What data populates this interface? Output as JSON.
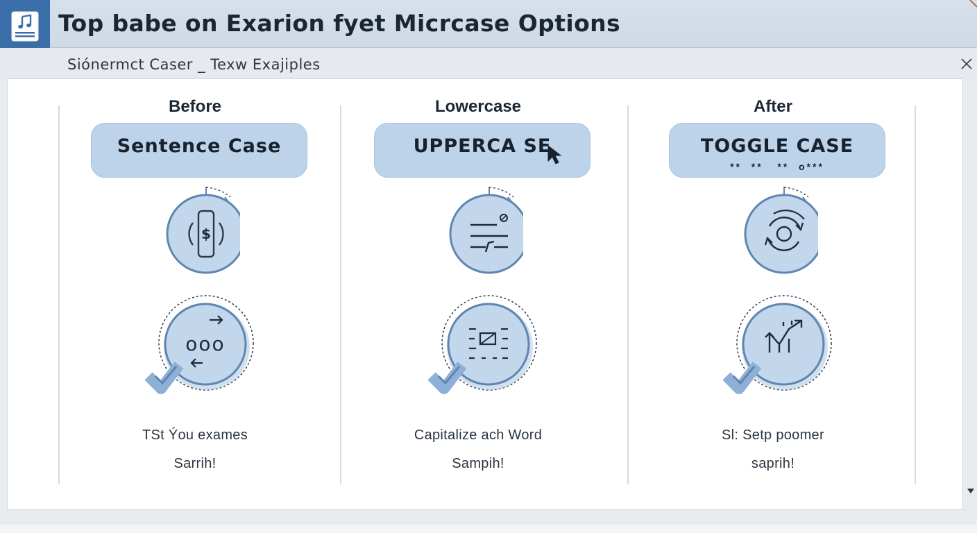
{
  "window": {
    "title": "Top babe on Exarion fyet Micrcase Options",
    "subtitle": "Siónermct Caser _ Texw Exajiples"
  },
  "columns": [
    {
      "header": "Before",
      "button_label": "Sentence Case",
      "top_icon": "dollar-cycle-icon",
      "bottom_icon": "ooo-arrows-icon",
      "caption_line1": "TSt Ýou exames",
      "caption_line2": "Sarrih!"
    },
    {
      "header": "Lowercase",
      "button_label": "UPPERCA SE",
      "top_icon": "text-lines-icon",
      "bottom_icon": "grid-select-icon",
      "caption_line1": "Capitalize ach Word",
      "caption_line2": "Sampih!"
    },
    {
      "header": "After",
      "button_label": "TOGGLE CASE",
      "button_subtext": "**  **   **  o***",
      "top_icon": "rotate-arrows-icon",
      "bottom_icon": "up-arrows-icon",
      "caption_line1": "Sl: Setp poomer",
      "caption_line2": "saprih!"
    }
  ],
  "colors": {
    "accent": "#3a6ea8",
    "button_fill": "#bdd3ea",
    "icon_fill": "#c3d7ec",
    "icon_stroke": "#5f85b0",
    "check": "#8fb0d6"
  }
}
